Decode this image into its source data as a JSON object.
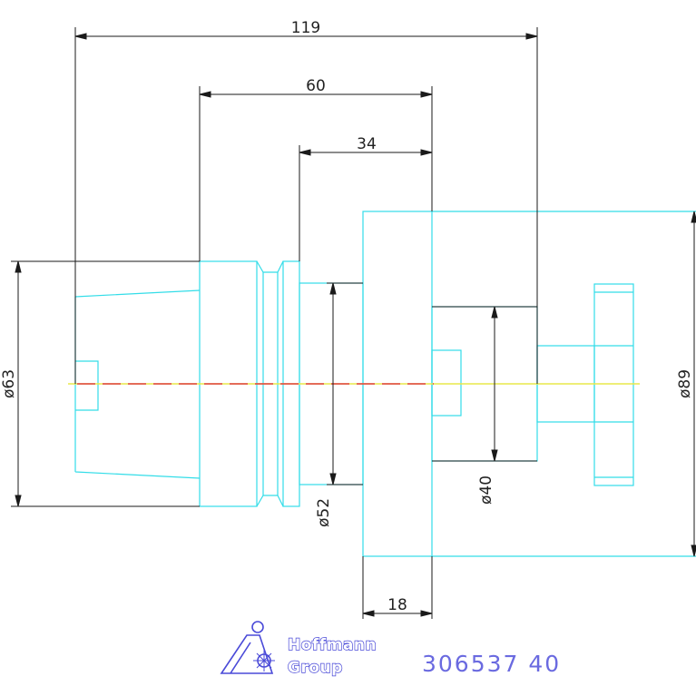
{
  "dimensions": {
    "overall_length": "119",
    "shank_length": "60",
    "flange_offset": "34",
    "flange_width": "18",
    "dia_shank": "ø63",
    "dia_collar": "ø52",
    "dia_bore": "ø40",
    "dia_flange": "ø89"
  },
  "logo": {
    "word1": "Hoffmann",
    "word2": "Group"
  },
  "part_number": "306537  40",
  "colors": {
    "outline": "#33dde8",
    "dimension": "#1a1a1a",
    "centerline_yellow": "#e8e84a",
    "centerline_red": "#e04040",
    "brand": "#4a4ad8"
  }
}
